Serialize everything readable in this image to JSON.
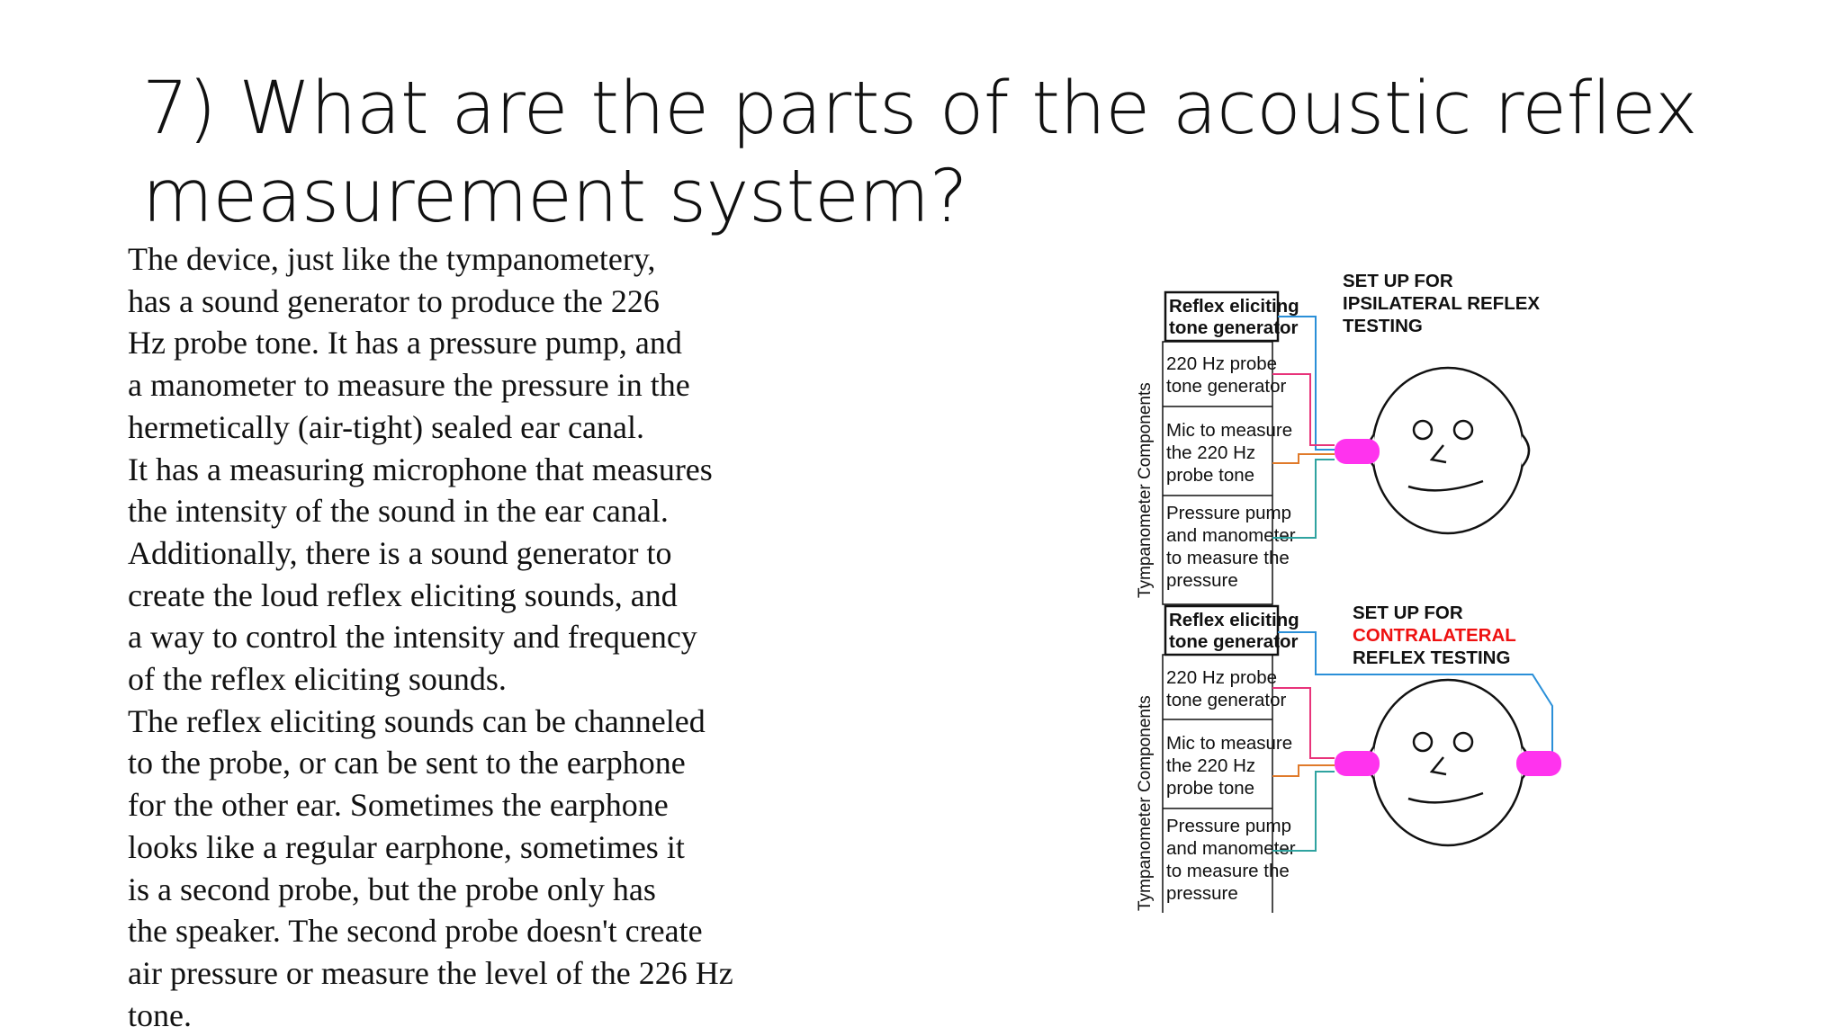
{
  "slide": {
    "title_line1": "7)  What are the parts of the acoustic reflex",
    "title_line2": "measurement system?",
    "body_lines": [
      "The device, just like the tympanometery,",
      "has a sound generator to produce the 226",
      "Hz probe tone.  It has a pressure pump, and",
      "a manometer to measure the pressure in the",
      "hermetically (air-tight) sealed ear canal.",
      "It has a measuring microphone that measures",
      "the intensity of the sound in the ear canal.",
      "Additionally, there is a sound generator to",
      "create the loud reflex eliciting sounds, and",
      "a way to control the intensity and frequency",
      "of the reflex eliciting sounds.",
      "The reflex eliciting sounds can be channeled",
      "to the probe, or can be sent to the earphone",
      "for the other ear.  Sometimes the earphone",
      "looks like a regular earphone, sometimes it",
      "is a second probe, but the probe only has",
      "the speaker.  The second probe doesn't create",
      "air pressure or measure the level of the 226 Hz",
      "tone."
    ]
  },
  "diagram": {
    "colors": {
      "ear_probe": "#ff33ee",
      "line_blue": "#2a8fd8",
      "line_pink": "#e8337a",
      "line_teal": "#2fa3a0",
      "line_orange": "#e07a2a",
      "contra_red": "#ee1111",
      "text": "#111111"
    },
    "ipsi": {
      "heading_line1": "SET UP FOR",
      "heading_line2": "IPSILATERAL REFLEX",
      "heading_line3": "TESTING",
      "side_label": "Tympanometer Components",
      "reflex_box_line1": "Reflex eliciting",
      "reflex_box_line2": "tone generator",
      "probe_box_line1": "220 Hz probe",
      "probe_box_line2": "tone generator",
      "mic_box_line1": "Mic to measure",
      "mic_box_line2": "the 220 Hz",
      "mic_box_line3": "probe tone",
      "pump_box_line1": "Pressure pump",
      "pump_box_line2": "and manometer",
      "pump_box_line3": "to measure the",
      "pump_box_line4": "pressure"
    },
    "contra": {
      "heading_line1": "SET UP FOR",
      "heading_line2": "CONTRALATERAL",
      "heading_line3": "REFLEX TESTING",
      "side_label": "Tympanometer Components",
      "reflex_box_line1": "Reflex eliciting",
      "reflex_box_line2": "tone generator",
      "probe_box_line1": "220 Hz probe",
      "probe_box_line2": "tone generator",
      "mic_box_line1": "Mic to measure",
      "mic_box_line2": "the 220 Hz",
      "mic_box_line3": "probe tone",
      "pump_box_line1": "Pressure pump",
      "pump_box_line2": "and manometer",
      "pump_box_line3": "to measure the",
      "pump_box_line4": "pressure"
    }
  }
}
